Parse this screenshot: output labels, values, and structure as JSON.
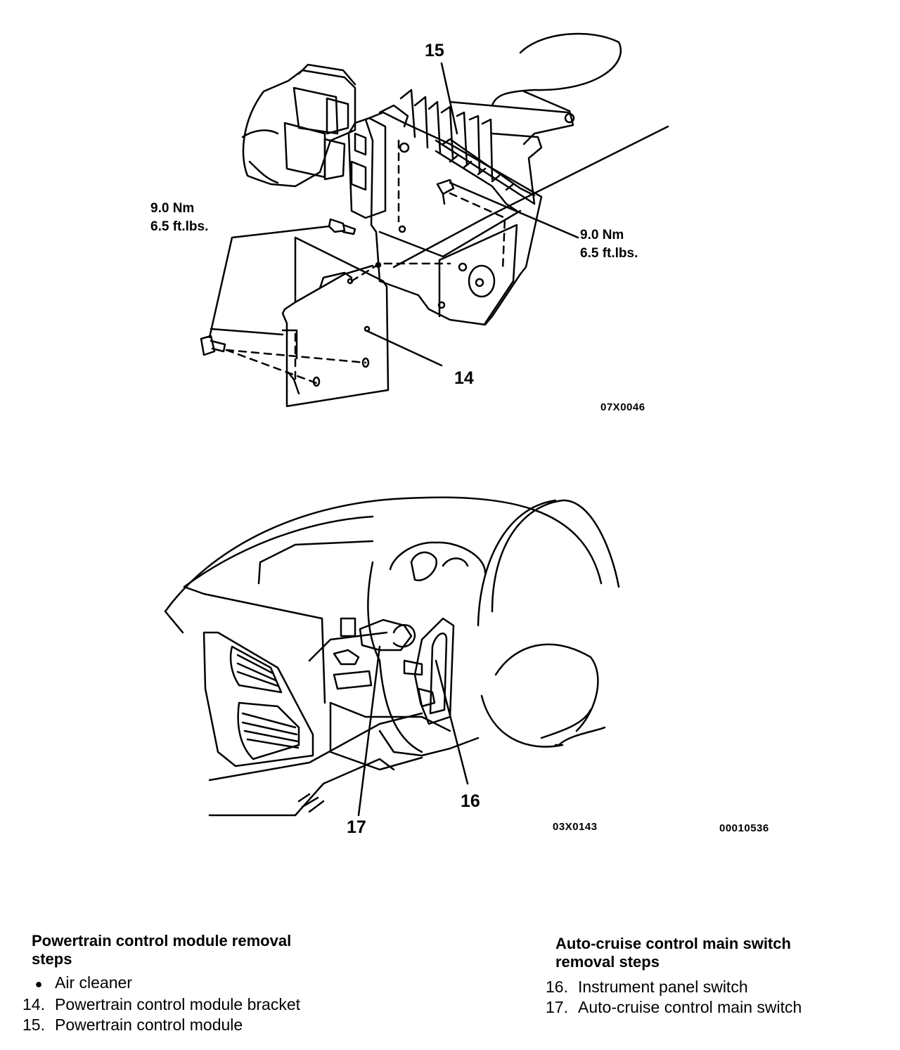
{
  "top_figure": {
    "callouts": {
      "c15": "15",
      "c14": "14"
    },
    "torque_left": {
      "line1": "9.0 Nm",
      "line2": "6.5 ft.lbs."
    },
    "torque_right": {
      "line1": "9.0 Nm",
      "line2": "6.5 ft.lbs."
    },
    "code": "07X0046"
  },
  "bottom_figure": {
    "callouts": {
      "c16": "16",
      "c17": "17"
    },
    "code": "03X0143",
    "ref_code": "00010536"
  },
  "pcm_section": {
    "heading_line1": "Powertrain control module removal",
    "heading_line2": "steps",
    "steps": [
      {
        "marker": "●",
        "text": "Air cleaner"
      },
      {
        "marker": "14.",
        "text": "Powertrain control module bracket"
      },
      {
        "marker": "15.",
        "text": "Powertrain control module"
      }
    ]
  },
  "cruise_section": {
    "heading_line1": "Auto-cruise control main switch",
    "heading_line2": "removal steps",
    "steps": [
      {
        "marker": "16.",
        "text": "Instrument panel switch"
      },
      {
        "marker": "17.",
        "text": "Auto-cruise control main switch"
      }
    ]
  }
}
